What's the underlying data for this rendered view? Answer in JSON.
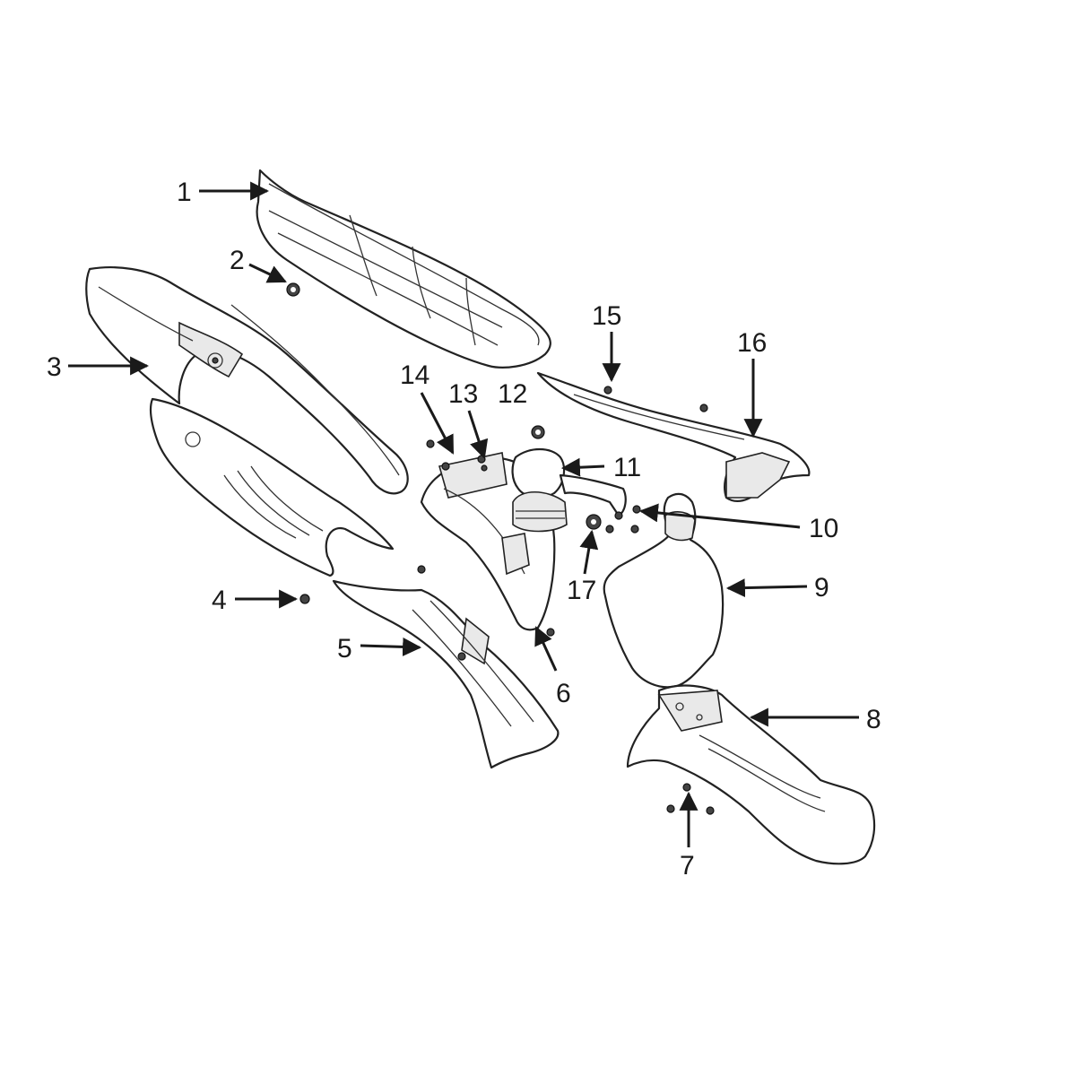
{
  "diagram": {
    "colors": {
      "line": "#1a1a1a",
      "background": "#ffffff"
    },
    "callouts": [
      {
        "id": "1",
        "label": "1"
      },
      {
        "id": "2",
        "label": "2"
      },
      {
        "id": "3",
        "label": "3"
      },
      {
        "id": "4",
        "label": "4"
      },
      {
        "id": "5",
        "label": "5"
      },
      {
        "id": "6",
        "label": "6"
      },
      {
        "id": "7",
        "label": "7"
      },
      {
        "id": "8",
        "label": "8"
      },
      {
        "id": "9",
        "label": "9"
      },
      {
        "id": "10",
        "label": "10"
      },
      {
        "id": "11",
        "label": "11"
      },
      {
        "id": "12",
        "label": "12"
      },
      {
        "id": "13",
        "label": "13"
      },
      {
        "id": "14",
        "label": "14"
      },
      {
        "id": "15",
        "label": "15"
      },
      {
        "id": "16",
        "label": "16"
      },
      {
        "id": "17",
        "label": "17"
      }
    ]
  }
}
